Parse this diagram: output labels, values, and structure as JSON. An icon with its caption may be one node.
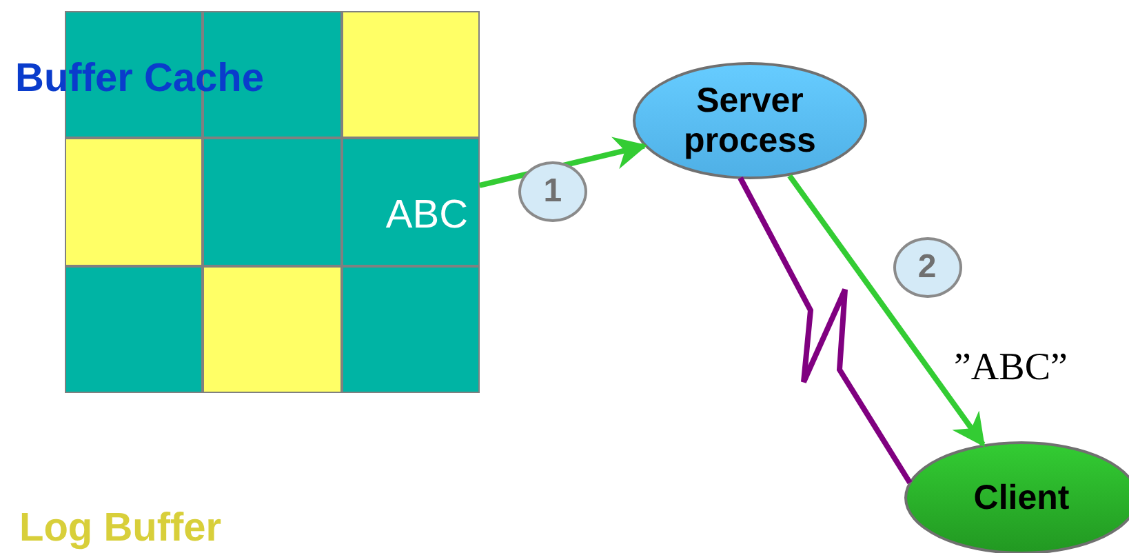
{
  "diagram": {
    "nodes": [
      {
        "text": [],
        "shape": "box"
      },
      {
        "text": [],
        "shape": "box"
      },
      {
        "text": [],
        "shape": "box"
      },
      {
        "text": [],
        "shape": "box"
      },
      {
        "text": [],
        "shape": "box"
      },
      {
        "text": [
          "ABC"
        ]
      },
      {
        "text": [],
        "shape": "box"
      },
      {
        "text": [],
        "shape": "box"
      },
      {
        "text": [],
        "shape": "box"
      },
      {
        "text": [
          "Server process"
        ]
      },
      {
        "text": [
          "Client"
        ]
      }
    ],
    "edges": [
      {
        "from": 5,
        "to": 9,
        "arrow": "to",
        "label": "1"
      },
      {
        "from": 9,
        "to": 10,
        "arrow": "to",
        "label": "2"
      },
      {
        "from": 9,
        "to": 10,
        "arrow": "none",
        "color": "#800080"
      }
    ],
    "labels": [
      "Buffer Cache",
      "”ABC”",
      "Log Buffer"
    ]
  }
}
